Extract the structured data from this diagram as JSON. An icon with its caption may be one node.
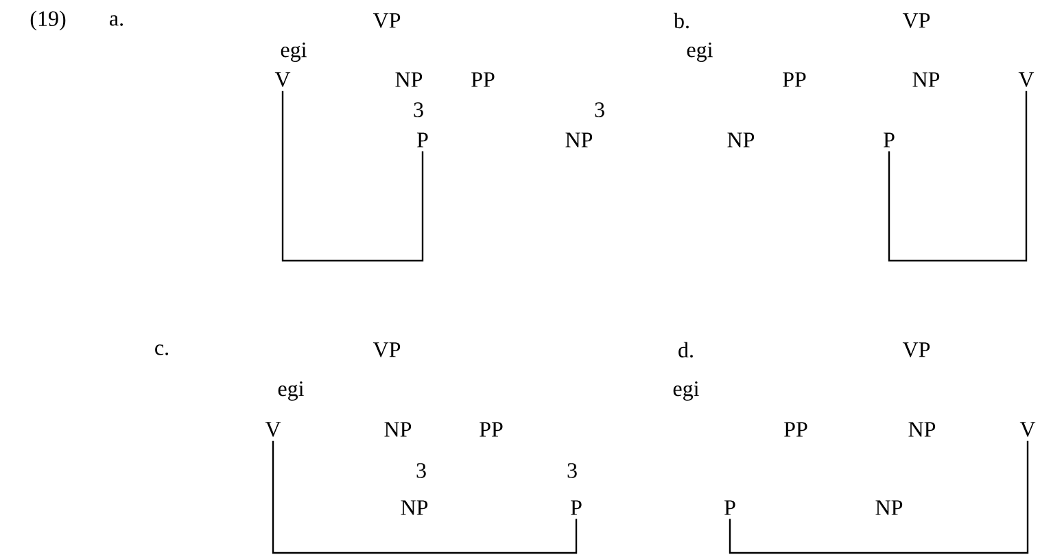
{
  "diagram": {
    "nodes": [
      {
        "text": [
          "V"
        ]
      },
      {
        "text": [
          "P"
        ]
      },
      {
        "text": [
          "P"
        ]
      },
      {
        "text": [
          "V"
        ]
      },
      {
        "text": [
          "V"
        ]
      },
      {
        "text": [
          "P"
        ]
      },
      {
        "text": [
          "P"
        ]
      },
      {
        "text": [
          "V"
        ]
      }
    ],
    "edges": [
      {
        "from": 0,
        "to": 1,
        "arrow": "none"
      },
      {
        "from": 2,
        "to": 3,
        "arrow": "none"
      },
      {
        "from": 4,
        "to": 5,
        "arrow": "none"
      },
      {
        "from": 6,
        "to": 7,
        "arrow": "none"
      }
    ],
    "labels": [
      "(19)",
      "a.",
      "VP",
      "b.",
      "VP",
      "egi",
      "egi",
      "NP",
      "PP",
      "PP",
      "NP",
      "3",
      "3",
      "NP",
      "NP",
      "c.",
      "VP",
      "d.",
      "VP",
      "egi",
      "egi",
      "NP",
      "PP",
      "PP",
      "NP",
      "3",
      "3",
      "NP",
      "NP"
    ]
  }
}
